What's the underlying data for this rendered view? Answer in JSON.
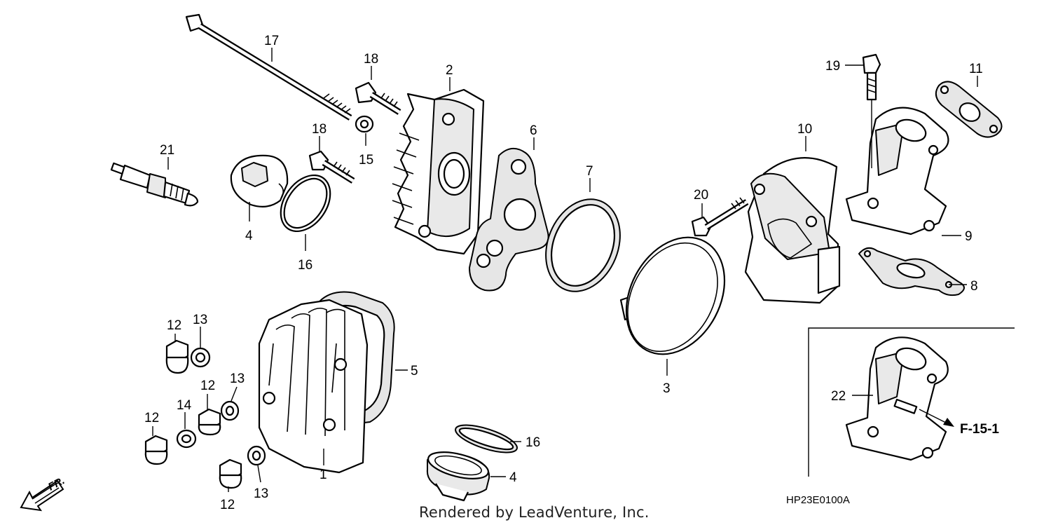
{
  "diagram": {
    "callouts": {
      "c1": "1",
      "c2": "2",
      "c3": "3",
      "c4a": "4",
      "c4b": "4",
      "c5": "5",
      "c6": "6",
      "c7": "7",
      "c8": "8",
      "c9": "9",
      "c10": "10",
      "c11": "11",
      "c12a": "12",
      "c12b": "12",
      "c12c": "12",
      "c12d": "12",
      "c13a": "13",
      "c13b": "13",
      "c13c": "13",
      "c14": "14",
      "c15": "15",
      "c16a": "16",
      "c16b": "16",
      "c17": "17",
      "c18a": "18",
      "c18b": "18",
      "c19": "19",
      "c20": "20",
      "c21": "21",
      "c22": "22"
    },
    "inset_reference": "F-15-1",
    "diagram_code": "HP23E0100A",
    "front_indicator": "FR.",
    "credit": "Rendered by LeadVenture, Inc."
  }
}
